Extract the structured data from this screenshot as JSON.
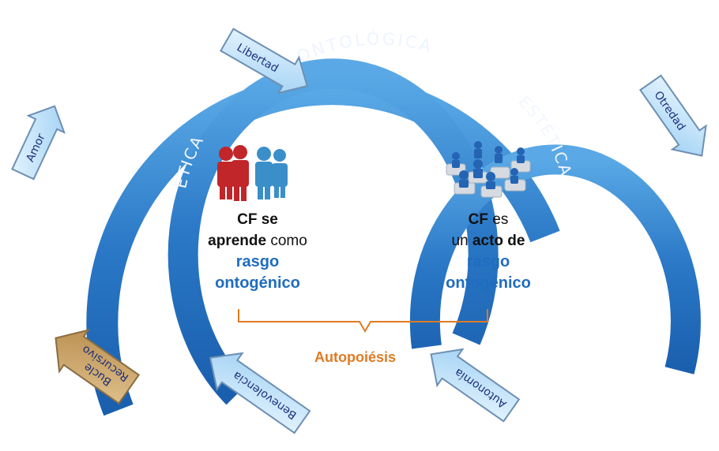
{
  "rings": {
    "ontologica": "ONTOLÓGICA",
    "etica": "ÉTICA",
    "estetica": "ESTÉTICA"
  },
  "arrows": {
    "libertad": "Libertad",
    "amor": "Amor",
    "otredad": "Otredad",
    "bucle_recursivo_line1": "Bucle",
    "bucle_recursivo_line2": "Recursivo",
    "benevolencia": "Benevolencia",
    "autonomia": "Autonomía"
  },
  "left_text": {
    "cf": "CF",
    "se": "se",
    "aprende": "aprende",
    "como": "como",
    "rasgo": "rasgo",
    "ontogenico": "ontogénico"
  },
  "right_text": {
    "cf": "CF",
    "es": "es",
    "un": "un",
    "acto_de": "acto de",
    "rasgo": "rasgo",
    "ontogenico": "ontogénico"
  },
  "bracket_label": "Autopoiésis",
  "colors": {
    "ring_dark": "#1a5fae",
    "ring_light": "#4fa3e0",
    "arrow_light": "#c9e7fb",
    "arrow_highlight": "#c9a56a",
    "bracket": "#e07a22",
    "text_blue": "#1f6cc0"
  }
}
